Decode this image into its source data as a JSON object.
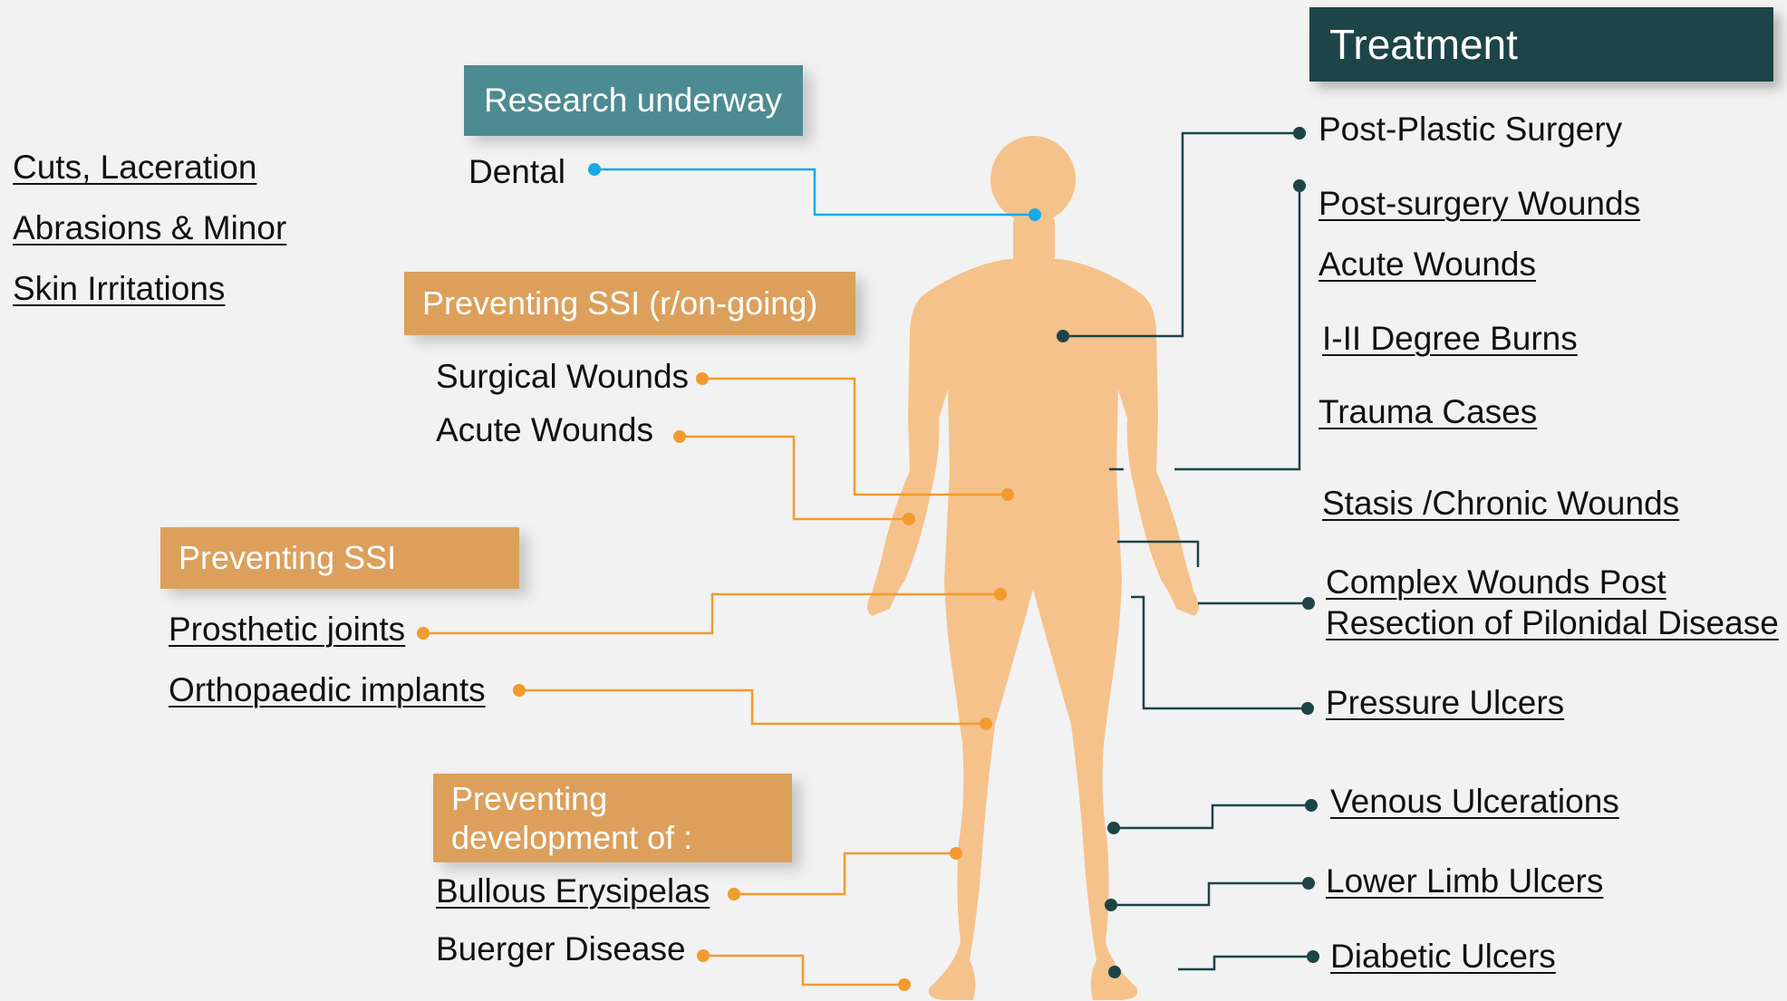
{
  "colors": {
    "background": "#f2f2f2",
    "body_silhouette": "#f5c28b",
    "orange_accent": "#f39b2e",
    "orange_box": "#dca05c",
    "teal_box": "#4d8b92",
    "dark_teal": "#1d4447",
    "blue_line": "#1aa9e6",
    "label_text": "#111111"
  },
  "left_list": [
    "Cuts, Laceration",
    "Abrasions & Minor",
    "Skin Irritations"
  ],
  "research": {
    "header": "Research underway",
    "items": [
      "Dental"
    ]
  },
  "ssi_ongoing": {
    "header": "Preventing SSI (r/on-going)",
    "items": [
      "Surgical Wounds",
      "Acute Wounds"
    ]
  },
  "ssi": {
    "header": "Preventing SSI",
    "items": [
      "Prosthetic joints",
      "Orthopaedic implants"
    ]
  },
  "prevent_dev": {
    "header_line1": "Preventing",
    "header_line2": "development of :",
    "items": [
      "Bullous Erysipelas",
      "Buerger Disease"
    ]
  },
  "treatment": {
    "header": "Treatment",
    "items": [
      "Post-Plastic Surgery",
      "Post-surgery Wounds",
      "Acute Wounds",
      "I-II Degree Burns",
      "Trauma Cases",
      "Stasis /Chronic Wounds",
      "Complex Wounds Post",
      "Resection of Pilonidal Disease",
      "Pressure Ulcers",
      "Venous Ulcerations",
      "Lower Limb Ulcers",
      "Diabetic Ulcers"
    ]
  }
}
